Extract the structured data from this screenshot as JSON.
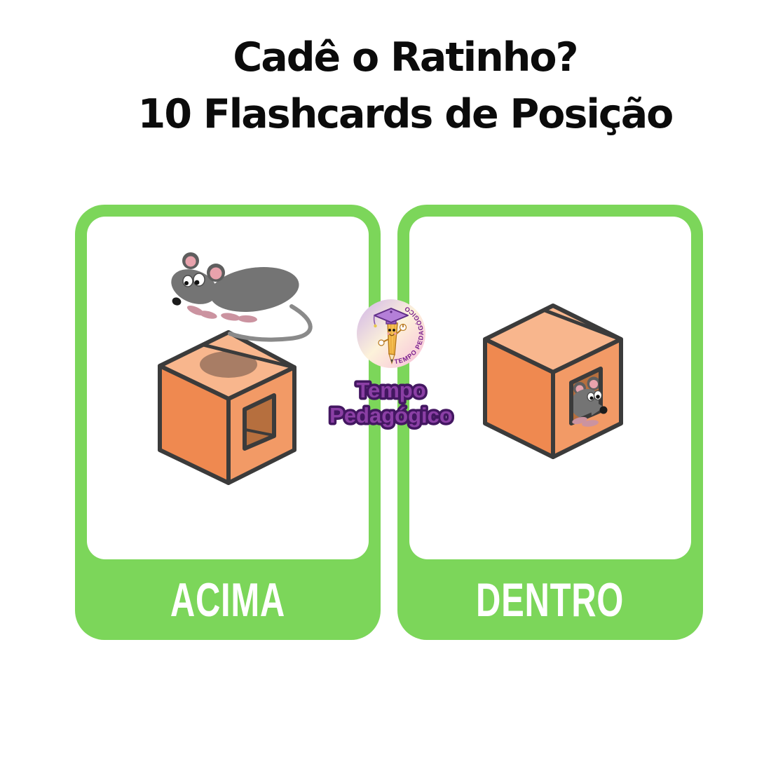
{
  "title": {
    "line1": "Cadê o Ratinho?",
    "line2": "10 Flashcards de Posição"
  },
  "brand": {
    "arc_text": "TEMPO PEDAGÓGICO",
    "name_line1": "Tempo",
    "name_line2": "Pedagógico"
  },
  "cards": [
    {
      "label": "ACIMA",
      "illustration": "mouse-above-box"
    },
    {
      "label": "DENTRO",
      "illustration": "mouse-inside-box"
    }
  ],
  "colors": {
    "card_green": "#7CD65A",
    "label_text": "#FFFFFF",
    "title_text": "#0B0B0B",
    "box_top": "#F8B68D",
    "box_left": "#EF8950",
    "box_right": "#F29A66",
    "box_interior": "#B66F3E",
    "box_outline": "#3B3B3B",
    "mouse_gray": "#747474",
    "mouse_ear_pink": "#E8A2AC",
    "mouse_paw_pink": "#CB93A0",
    "top_shadow": "#A87D65",
    "brand_purple_fill": "#8B3FA5",
    "brand_purple_outline": "#431761"
  }
}
